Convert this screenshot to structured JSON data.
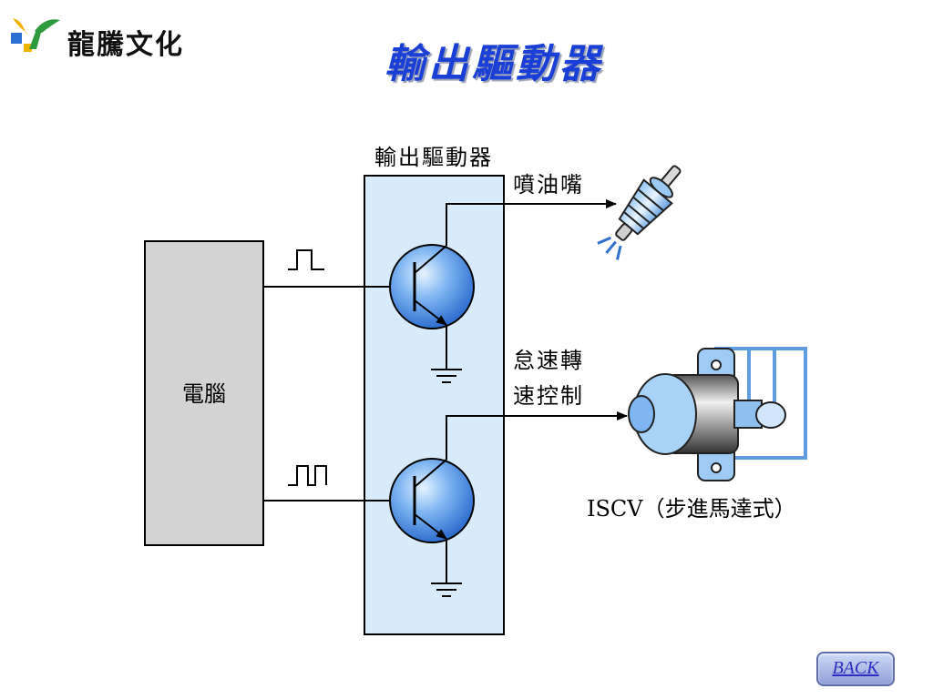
{
  "header": {
    "logo_text": "龍騰文化",
    "title": "輸出驅動器"
  },
  "diagram": {
    "computer_label": "電腦",
    "driver_label": "輸出驅動器",
    "injector_label": "噴油嘴",
    "idle_control_label_line1": "怠速轉",
    "idle_control_label_line2": "速控制",
    "iscv_label": "ISCV（步進馬達式）"
  },
  "nav": {
    "back_label": "BACK"
  },
  "colors": {
    "title": "#1a3fd6",
    "driver_box": "#d7ebfb",
    "transistor": "#6aa8ee",
    "computer_box": "#d3d3d3"
  }
}
